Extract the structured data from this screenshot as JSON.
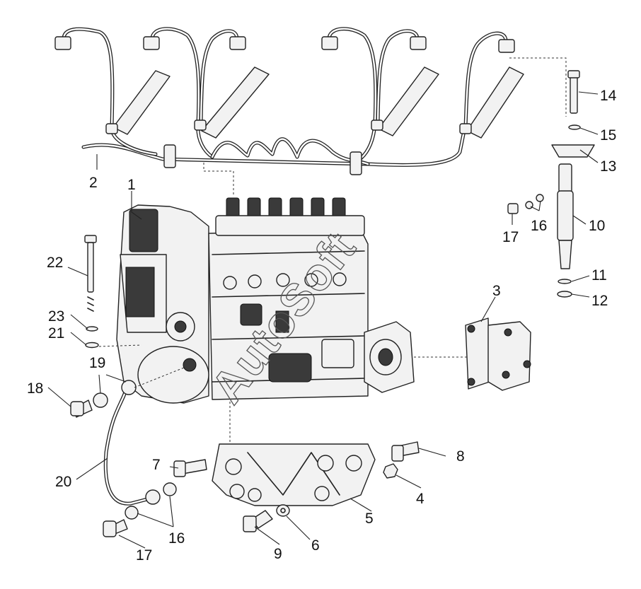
{
  "diagram": {
    "callouts": [
      "1",
      "2",
      "3",
      "4",
      "5",
      "6",
      "7",
      "8",
      "9",
      "10",
      "11",
      "12",
      "13",
      "14",
      "15",
      "16",
      "16",
      "17",
      "17",
      "18",
      "19",
      "20",
      "21",
      "22",
      "23"
    ],
    "watermark": "AutoSoft"
  }
}
